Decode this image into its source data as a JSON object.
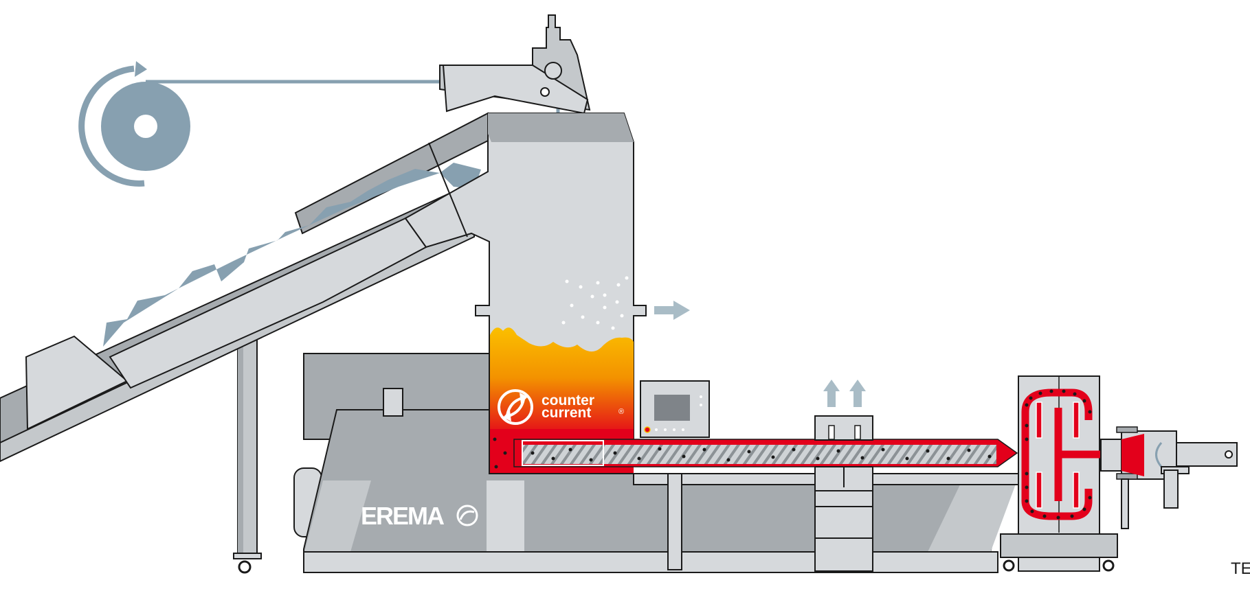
{
  "diagram": {
    "logo_line1": "counter",
    "logo_line2": "current",
    "registered_mark": "®",
    "brand": "EREMA",
    "corner_text": "TE"
  },
  "colors": {
    "steel_dark": "#a6abaf",
    "steel_mid": "#c4c8cb",
    "steel_light": "#d6d9dc",
    "outline": "#1a1a1a",
    "film": "#87a0b0",
    "arrow": "#a9bcc6",
    "melt_red": "#e3001b",
    "heat_orange": "#f08a00",
    "heat_yellow": "#fbbf00",
    "white": "#ffffff"
  },
  "icons": {
    "rotation": "rotation-arrow-icon",
    "vent_arrow": "arrow-up-icon",
    "exhaust_arrow": "arrow-right-icon",
    "brand_mark": "erema-swirl-icon",
    "counter_current_mark": "counter-current-arrows-icon"
  }
}
